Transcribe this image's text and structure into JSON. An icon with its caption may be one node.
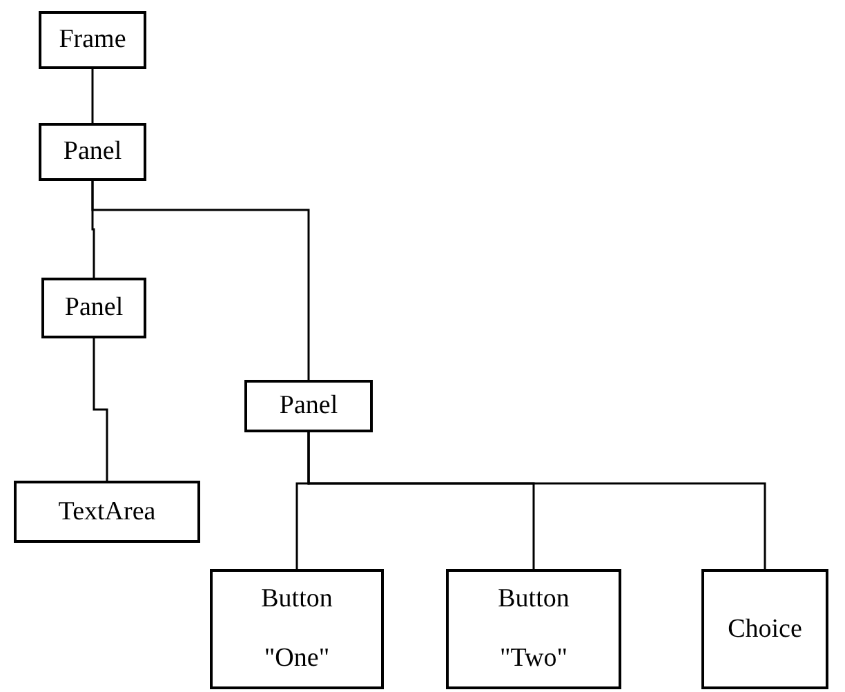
{
  "diagram": {
    "nodes": [
      {
        "text": [
          "Frame"
        ]
      },
      {
        "text": [
          "Panel"
        ]
      },
      {
        "text": [
          "Panel"
        ]
      },
      {
        "text": [
          "TextArea"
        ]
      },
      {
        "text": [
          "Panel"
        ]
      },
      {
        "text": [
          "Button",
          "\"One\""
        ]
      },
      {
        "text": [
          "Button",
          "\"Two\""
        ]
      },
      {
        "text": [
          "Choice"
        ]
      }
    ],
    "edges": [
      {
        "from": 0,
        "to": 1,
        "arrow": "none"
      },
      {
        "from": 1,
        "to": 2,
        "arrow": "none"
      },
      {
        "from": 1,
        "to": 4,
        "arrow": "none"
      },
      {
        "from": 2,
        "to": 3,
        "arrow": "none"
      },
      {
        "from": 4,
        "to": 5,
        "arrow": "none"
      },
      {
        "from": 4,
        "to": 6,
        "arrow": "none"
      },
      {
        "from": 4,
        "to": 7,
        "arrow": "none"
      }
    ]
  }
}
